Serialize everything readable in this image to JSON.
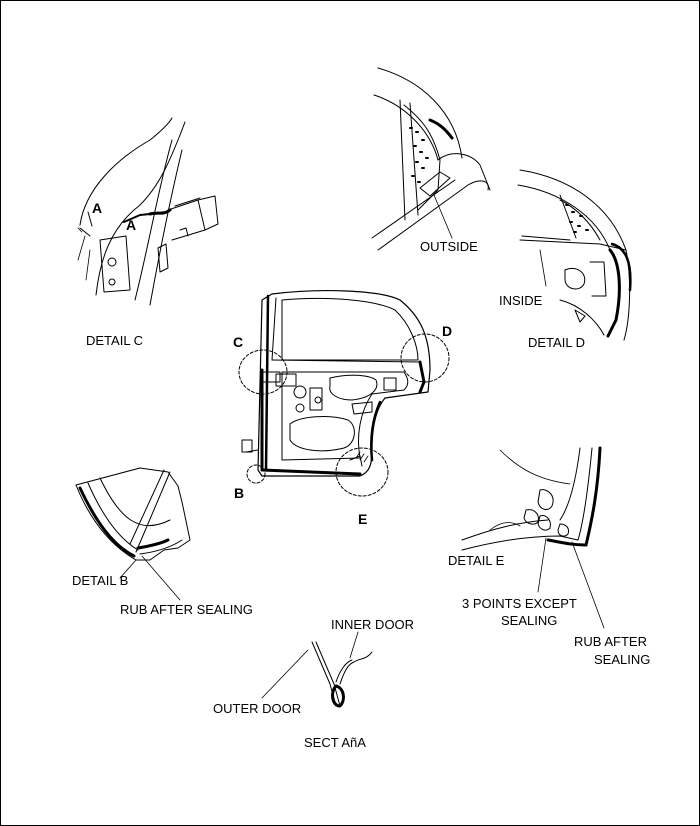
{
  "labels": {
    "detail_c": "DETAIL C",
    "detail_d": "DETAIL D",
    "detail_b": "DETAIL B",
    "detail_e": "DETAIL E",
    "outside": "OUTSIDE",
    "inside": "INSIDE",
    "rub_after_sealing_b": "RUB AFTER SEALING",
    "three_points_line1": "3 POINTS EXCEPT",
    "three_points_line2": "SEALING",
    "rub_after_sealing_e_line1": "RUB AFTER",
    "rub_after_sealing_e_line2": "SEALING",
    "inner_door": "INNER DOOR",
    "outer_door": "OUTER DOOR",
    "section": "SECT AñA"
  },
  "letters": {
    "a1": "A",
    "a2": "A",
    "c": "C",
    "d": "D",
    "b": "B",
    "e": "E"
  }
}
